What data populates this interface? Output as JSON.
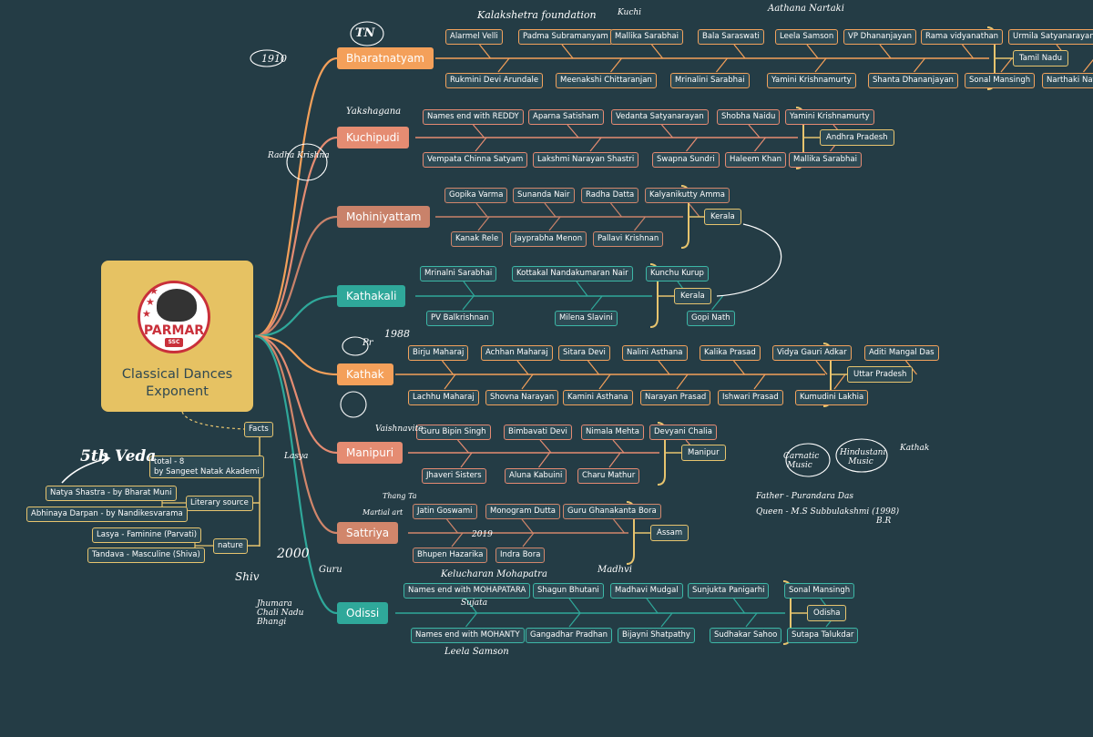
{
  "center": {
    "logo_text": "PARMAR",
    "logo_sub": "SSC",
    "title_line1": "Classical Dances",
    "title_line2": "Exponent"
  },
  "dances": [
    {
      "name": "Bharatnatyam",
      "color": "#f4a05a",
      "state": "Tamil Nadu",
      "top": [
        "Alarmel Velli",
        "Padma Subramanyam",
        "Mallika Sarabhai",
        "Bala Saraswati",
        "Leela Samson",
        "VP Dhananjayan",
        "Rama vidyanathan",
        "Urmila Satyanarayan"
      ],
      "bottom": [
        "Rukmini Devi Arundale",
        "Meenakshi Chittaranjan",
        "Mrinalini Sarabhai",
        "Yamini Krishnamurty",
        "Shanta Dhananjayan",
        "Sonal Mansingh",
        "Narthaki Nataraj"
      ]
    },
    {
      "name": "Kuchipudi",
      "color": "#e58c72",
      "state": "Andhra Pradesh",
      "top": [
        "Names end with REDDY",
        "Aparna Satisham",
        "Vedanta Satyanarayan",
        "Shobha Naidu",
        "Yamini Krishnamurty"
      ],
      "bottom": [
        "Vempata Chinna Satyam",
        "Lakshmi Narayan Shastri",
        "Swapna Sundri",
        "Haleem Khan",
        "Mallika Sarabhai"
      ]
    },
    {
      "name": "Mohiniyattam",
      "color": "#c9826a",
      "state": "Kerala",
      "top": [
        "Gopika Varma",
        "Sunanda Nair",
        "Radha Datta",
        "Kalyanikutty Amma"
      ],
      "bottom": [
        "Kanak Rele",
        "Jayprabha Menon",
        "Pallavi Krishnan"
      ]
    },
    {
      "name": "Kathakali",
      "color": "#2fa89a",
      "state": "Kerala",
      "top": [
        "Mrinalni Sarabhai",
        "Kottakal Nandakumaran Nair",
        "Kunchu Kurup"
      ],
      "bottom": [
        "PV Balkrishnan",
        "Milena Slavini",
        "Gopi Nath"
      ]
    },
    {
      "name": "Kathak",
      "color": "#f4a05a",
      "state": "Uttar Pradesh",
      "top": [
        "Birju Maharaj",
        "Achhan Maharaj",
        "Sitara Devi",
        "Nalini Asthana",
        "Kalika Prasad",
        "Vidya Gauri Adkar",
        "Aditi Mangal Das"
      ],
      "bottom": [
        "Lachhu Maharaj",
        "Shovna Narayan",
        "Kamini Asthana",
        "Narayan Prasad",
        "Ishwari Prasad",
        "Kumudini Lakhia"
      ]
    },
    {
      "name": "Manipuri",
      "color": "#e58c72",
      "state": "Manipur",
      "top": [
        "Guru Bipin Singh",
        "Bimbavati Devi",
        "Nimala Mehta",
        "Devyani Chalia"
      ],
      "bottom": [
        "Jhaveri Sisters",
        "Aluna Kabuini",
        "Charu Mathur"
      ]
    },
    {
      "name": "Sattriya",
      "color": "#d1866b",
      "state": "Assam",
      "top": [
        "Jatin Goswami",
        "Monogram Dutta",
        "Guru Ghanakanta Bora"
      ],
      "bottom": [
        "Bhupen Hazarika",
        "Indra Bora"
      ]
    },
    {
      "name": "Odissi",
      "color": "#2fa89a",
      "state": "Odisha",
      "top": [
        "Names end with MOHAPATARA",
        "Shagun Bhutani",
        "Madhavi Mudgal",
        "Sunjukta Panigarhi",
        "Sonal Mansingh"
      ],
      "bottom": [
        "Names end with MOHANTY",
        "Gangadhar Pradhan",
        "Bijayni Shatpathy",
        "Sudhakar Sahoo",
        "Sutapa Talukdar"
      ]
    }
  ],
  "facts": {
    "label": "Facts",
    "total_line1": "total - 8",
    "total_line2": "by Sangeet Natak Akademi",
    "literary_label": "Literary source",
    "literary": [
      "Natya Shastra - by Bharat Muni",
      "Abhinaya Darpan - by Nandikesvarama"
    ],
    "nature_label": "nature",
    "nature": [
      "Lasya - Faminine (Parvati)",
      "Tandava - Masculine (Shiva)"
    ]
  },
  "handwritten": {
    "veda": "5th Veda",
    "tn": "TN",
    "kalakshetra": "Kalakshetra foundation",
    "kuchi": "Kuchi",
    "yakshagana": "Yakshagana",
    "year_1988": "1988",
    "pr": "Pr",
    "carnatic": "Carnatic Music",
    "hindustani": "Hindustani Music",
    "kathak_note": "Kathak",
    "father": "Father - Purandara Das",
    "queen": "Queen - M.S Subbulakshmi (1998)",
    "br": "B.R",
    "year_2000": "2000",
    "year_2019": "2019",
    "madhvi": "Madhvi",
    "kelucharan": "Kelucharan Mohapatra",
    "leela": "Leela Samson",
    "sujata": "Sujata",
    "shiv": "Shiv",
    "guru": "Guru",
    "vaishnavite": "Vaishnavite",
    "year_1910": "1910",
    "aathana": "Aathana Nartaki",
    "radha": "Radha Krishna",
    "lasya_note": "Lasya",
    "thang": "Thang Ta",
    "martial": "Martial art",
    "jhumara": "Jhumara Chali Nadu Bhangi"
  }
}
